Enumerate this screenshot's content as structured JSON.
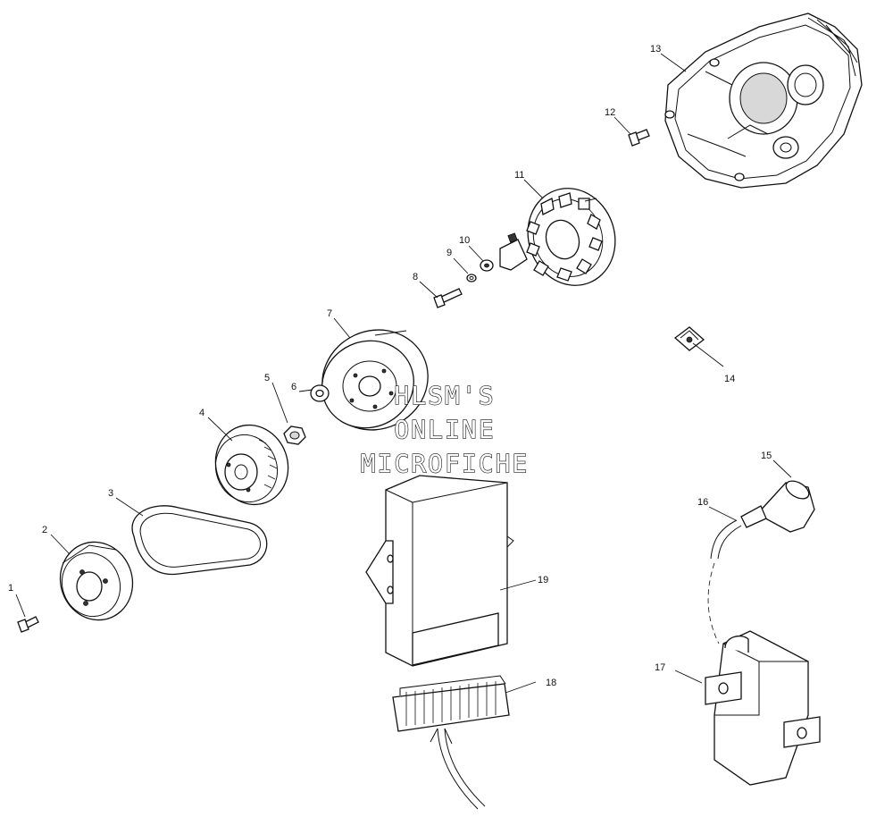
{
  "watermark": {
    "line1": "HLSM'S",
    "line2": "ONLINE",
    "line3": "MICROFICHE"
  },
  "callouts": [
    {
      "id": "1",
      "label": "1"
    },
    {
      "id": "2",
      "label": "2"
    },
    {
      "id": "3",
      "label": "3"
    },
    {
      "id": "4",
      "label": "4"
    },
    {
      "id": "5",
      "label": "5"
    },
    {
      "id": "6",
      "label": "6"
    },
    {
      "id": "7",
      "label": "7"
    },
    {
      "id": "8",
      "label": "8"
    },
    {
      "id": "9",
      "label": "9"
    },
    {
      "id": "10",
      "label": "10"
    },
    {
      "id": "11",
      "label": "11"
    },
    {
      "id": "12",
      "label": "12"
    },
    {
      "id": "13",
      "label": "13"
    },
    {
      "id": "14",
      "label": "14"
    },
    {
      "id": "15",
      "label": "15"
    },
    {
      "id": "16",
      "label": "16"
    },
    {
      "id": "17",
      "label": "17"
    },
    {
      "id": "18",
      "label": "18"
    },
    {
      "id": "19",
      "label": "19"
    }
  ]
}
